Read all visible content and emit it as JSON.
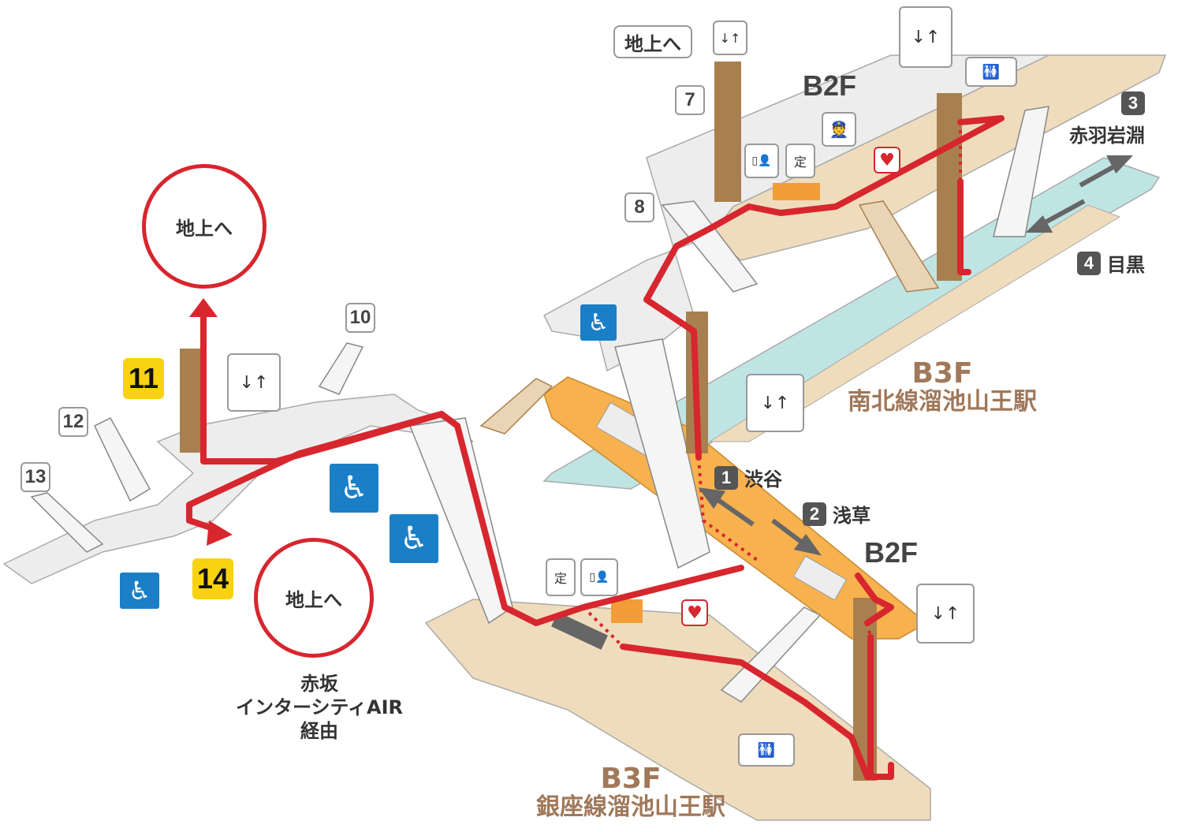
{
  "colors": {
    "route_red": "#d7262e",
    "ginza_platform": "#f7b24f",
    "namboku_platform": "#efdcbc",
    "track_teal": "#bfe4e4",
    "column_brown": "#a8804f",
    "accessible_blue": "#1a7fc7",
    "exit_yellow": "#f8d210"
  },
  "floors": {
    "upper_b2f": "B2F",
    "lower_b2f": "B2F"
  },
  "stations": {
    "namboku": {
      "floor": "B3F",
      "name": "南北線溜池山王駅"
    },
    "ginza": {
      "floor": "B3F",
      "name": "銀座線溜池山王駅"
    }
  },
  "exits": {
    "e7": "7",
    "e8": "8",
    "e10": "10",
    "e11": "11",
    "e12": "12",
    "e13": "13",
    "e14": "14"
  },
  "to_ground": {
    "label_circle_top": "地上へ",
    "label_circle_bottom": "地上へ",
    "label_pill": "地上へ"
  },
  "via_text": {
    "line1": "赤坂",
    "line2": "インターシティAIR",
    "line3": "経由"
  },
  "directions": {
    "d1": {
      "num": "1",
      "label": "渋谷"
    },
    "d2": {
      "num": "2",
      "label": "浅草"
    },
    "d3": {
      "num": "3",
      "label": "赤羽岩淵"
    },
    "d4": {
      "num": "4",
      "label": "目黒"
    }
  },
  "icons": {
    "elevator": "elevator-icon",
    "wheelchair": "wheelchair-icon",
    "toilet": "toilet-icon",
    "aed": "aed-icon",
    "ticket_machine": "ticket-machine-icon",
    "pass_office": "commuter-pass-icon",
    "station_staff": "station-staff-icon"
  },
  "icon_glyphs": {
    "teiki": "定",
    "elevator_glyph": "↓↑",
    "wheel": "♿"
  }
}
